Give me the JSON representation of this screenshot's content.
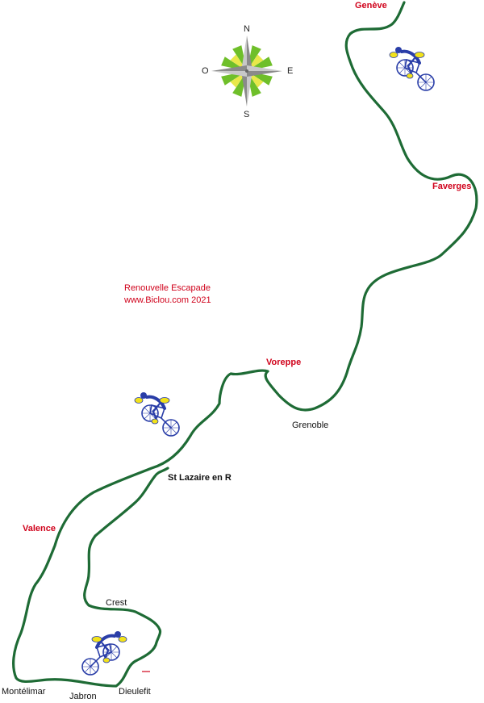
{
  "credit": {
    "line1": "Renouvelle Escapade",
    "line2": "www.Biclou.com 2021"
  },
  "compass": {
    "north": "N",
    "south": "S",
    "east": "E",
    "west": "O",
    "colors": {
      "green": "#6fbf2a",
      "yellow": "#e8e84a",
      "silver": "#9a9a9a"
    }
  },
  "cities": {
    "geneve": "Genève",
    "faverges": "Faverges",
    "voreppe": "Voreppe",
    "grenoble": "Grenoble",
    "st_lazaire": "St Lazaire en R",
    "valence": "Valence",
    "crest": "Crest",
    "montelimar": "Montélimar",
    "jabron": "Jabron",
    "dieulefit": "Dieulefit"
  },
  "colors": {
    "route": "#1e6b35",
    "major_city": "#d0021b",
    "minor_city": "#111111",
    "cyclist_blue": "#2a3ea8",
    "cyclist_yellow": "#f2e21a"
  },
  "icons": [
    "compass-rose-icon",
    "cyclist-icon"
  ]
}
